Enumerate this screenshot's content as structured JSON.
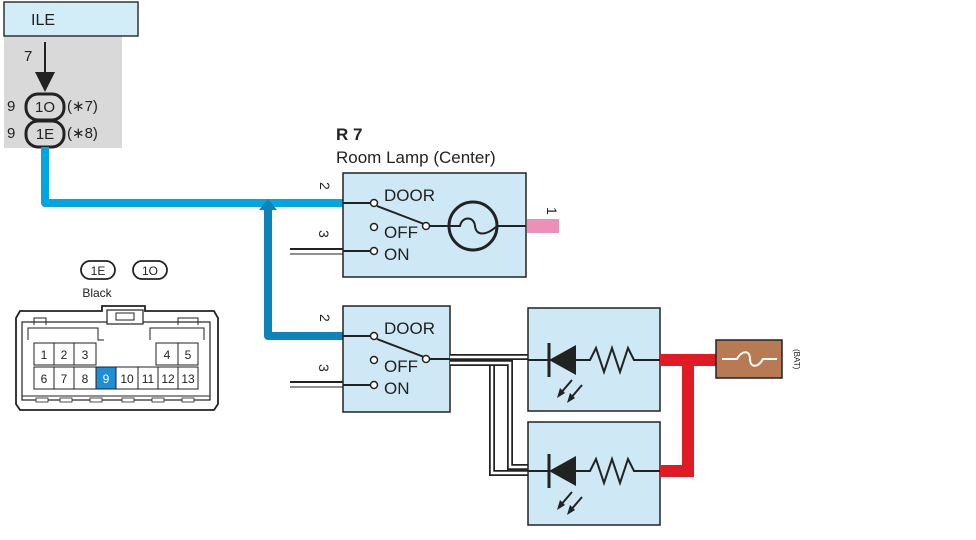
{
  "header": {
    "title": "ILE"
  },
  "ile": {
    "pin_top": "7",
    "rows": [
      {
        "pin": "9",
        "connector": "1O",
        "note": "(∗7)"
      },
      {
        "pin": "9",
        "connector": "1E",
        "note": "(∗8)"
      }
    ]
  },
  "connector_view": {
    "tags": [
      "1E",
      "1O"
    ],
    "color_label": "Black",
    "pins_top": [
      "1",
      "2",
      "3",
      "4",
      "5"
    ],
    "pins_bottom": [
      "6",
      "7",
      "8",
      "9",
      "10",
      "11",
      "12",
      "13"
    ],
    "highlight_pin": "9"
  },
  "switch1": {
    "code": "R 7",
    "name": "Room Lamp (Center)",
    "pin_in": "2",
    "pin_on": "3",
    "pin_out": "1",
    "labels": {
      "door": "DOOR",
      "off": "OFF",
      "on": "ON"
    }
  },
  "switch2": {
    "pin_in": "2",
    "pin_on": "3",
    "labels": {
      "door": "DOOR",
      "off": "OFF",
      "on": "ON"
    }
  },
  "fuse": {
    "label": "(BAT)"
  },
  "colors": {
    "box_fill": "#cfe8f5",
    "wire_cyan": "#00a6e2",
    "wire_blue": "#0d83b8",
    "wire_red": "#e01b24",
    "wire_pink": "#ee8fb8",
    "fuse_fill": "#b87a52",
    "header_fill": "#d2ecf8",
    "panel_gray": "#d9d9d9"
  }
}
